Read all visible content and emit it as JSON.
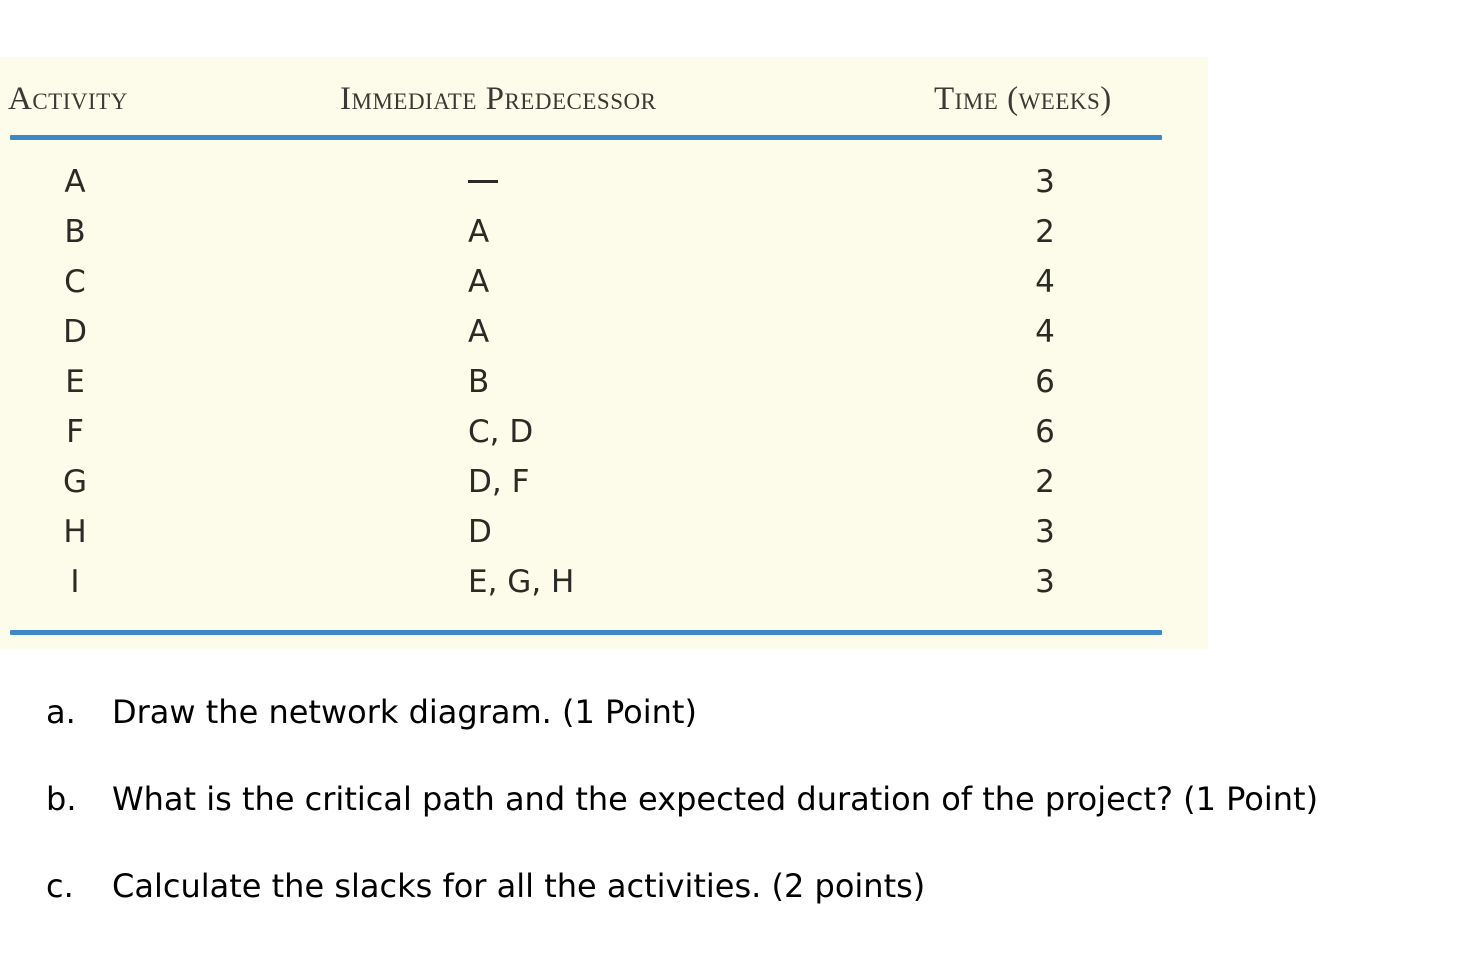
{
  "table": {
    "columns": [
      "Activity",
      "Immediate Predecessor",
      "Time (weeks)"
    ],
    "rows": [
      {
        "activity": "A",
        "predecessor": "—",
        "time": "3"
      },
      {
        "activity": "B",
        "predecessor": "A",
        "time": "2"
      },
      {
        "activity": "C",
        "predecessor": "A",
        "time": "4"
      },
      {
        "activity": "D",
        "predecessor": "A",
        "time": "4"
      },
      {
        "activity": "E",
        "predecessor": "B",
        "time": "6"
      },
      {
        "activity": "F",
        "predecessor": "C, D",
        "time": "6"
      },
      {
        "activity": "G",
        "predecessor": "D, F",
        "time": "2"
      },
      {
        "activity": "H",
        "predecessor": "D",
        "time": "3"
      },
      {
        "activity": "I",
        "predecessor": "E, G, H",
        "time": "3"
      }
    ]
  },
  "questions": [
    {
      "marker": "a.",
      "text": "Draw the network diagram. (1 Point)"
    },
    {
      "marker": "b.",
      "text": "What is the critical path and the expected duration of the project? (1 Point)"
    },
    {
      "marker": "c.",
      "text": "Calculate the slacks for all the activities. (2 points)"
    }
  ],
  "colors": {
    "panel_background": "#fdfbe9",
    "rule_blue": "#3d88c6",
    "header_text": "#3a3a34",
    "body_text": "#2b2b26",
    "page_background": "#ffffff"
  }
}
